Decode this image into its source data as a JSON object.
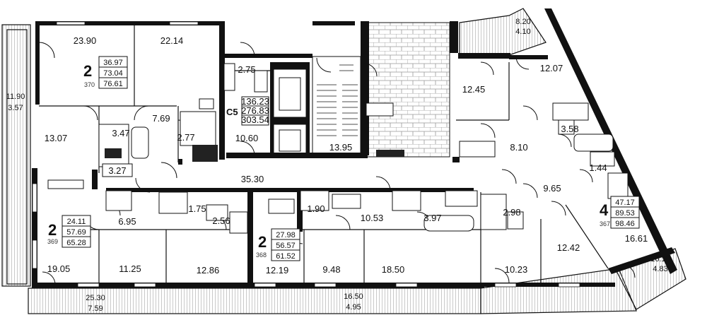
{
  "rooms": {
    "r1": "23.90",
    "r2": "22.14",
    "r3": "2.75",
    "r4": "7.69",
    "r5": "13.07",
    "r6": "3.47",
    "r7": "2.77",
    "r8": "3.27",
    "r9": "10.60",
    "r10": "13.95",
    "r11": "35.30",
    "r12": "12.45",
    "r13": "12.07",
    "r14": "8.10",
    "r15": "3.58",
    "r16": "1.44",
    "r17": "9.65",
    "r18": "1.75",
    "r19": "1.90",
    "r20": "2.56",
    "r21": "6.95",
    "r22": "10.53",
    "r23": "3.97",
    "r24": "2.98",
    "r25": "12.42",
    "r26": "16.61",
    "r27": "19.05",
    "r28": "11.25",
    "r29": "12.86",
    "r30": "12.19",
    "r31": "9.48",
    "r32": "18.50",
    "r33": "10.23"
  },
  "balconies": {
    "b_left_top": "11.90",
    "b_left_bot": "3.57",
    "b_top_right_top": "8.20",
    "b_top_right_bot": "4.10",
    "b_bot1_top": "25.30",
    "b_bot1_bot": "7.59",
    "b_bot2_top": "16.50",
    "b_bot2_bot": "4.95",
    "b_right_top": "16.10",
    "b_right_bot": "4.83"
  },
  "apartments": [
    {
      "rooms": "2",
      "a": "36.97",
      "b": "73.04",
      "num": "370",
      "total": "76.61"
    },
    {
      "rooms": "C5",
      "a": "136.23",
      "b": "276.83",
      "total": "303.54"
    },
    {
      "rooms": "2",
      "a": "24.11",
      "b": "57.69",
      "num": "369",
      "total": "65.28"
    },
    {
      "rooms": "2",
      "a": "27.98",
      "b": "56.57",
      "num": "368",
      "total": "61.52"
    },
    {
      "rooms": "4",
      "a": "47.17",
      "b": "89.53",
      "num": "367",
      "total": "98.46"
    }
  ]
}
